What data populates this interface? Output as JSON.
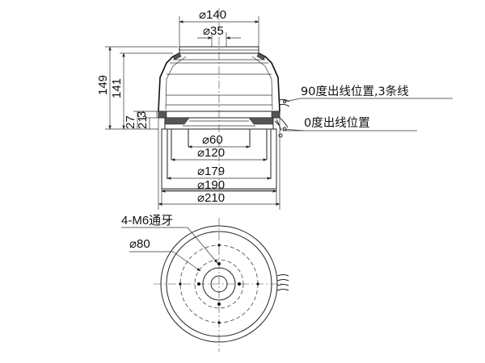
{
  "front_view": {
    "dims_top": [
      "⌀140",
      "⌀35"
    ],
    "dims_bottom": [
      "⌀60",
      "⌀120",
      "⌀179",
      "⌀190",
      "⌀210"
    ],
    "dims_vertical": [
      "149",
      "141",
      "27",
      "21",
      "3"
    ],
    "callouts": [
      "90度出线位置,3条线",
      "0度出线位置"
    ]
  },
  "plan_view": {
    "label_thread": "4-M6通牙",
    "label_pcd": "⌀80"
  },
  "colors": {
    "line": "#222222",
    "background": "#ffffff"
  }
}
